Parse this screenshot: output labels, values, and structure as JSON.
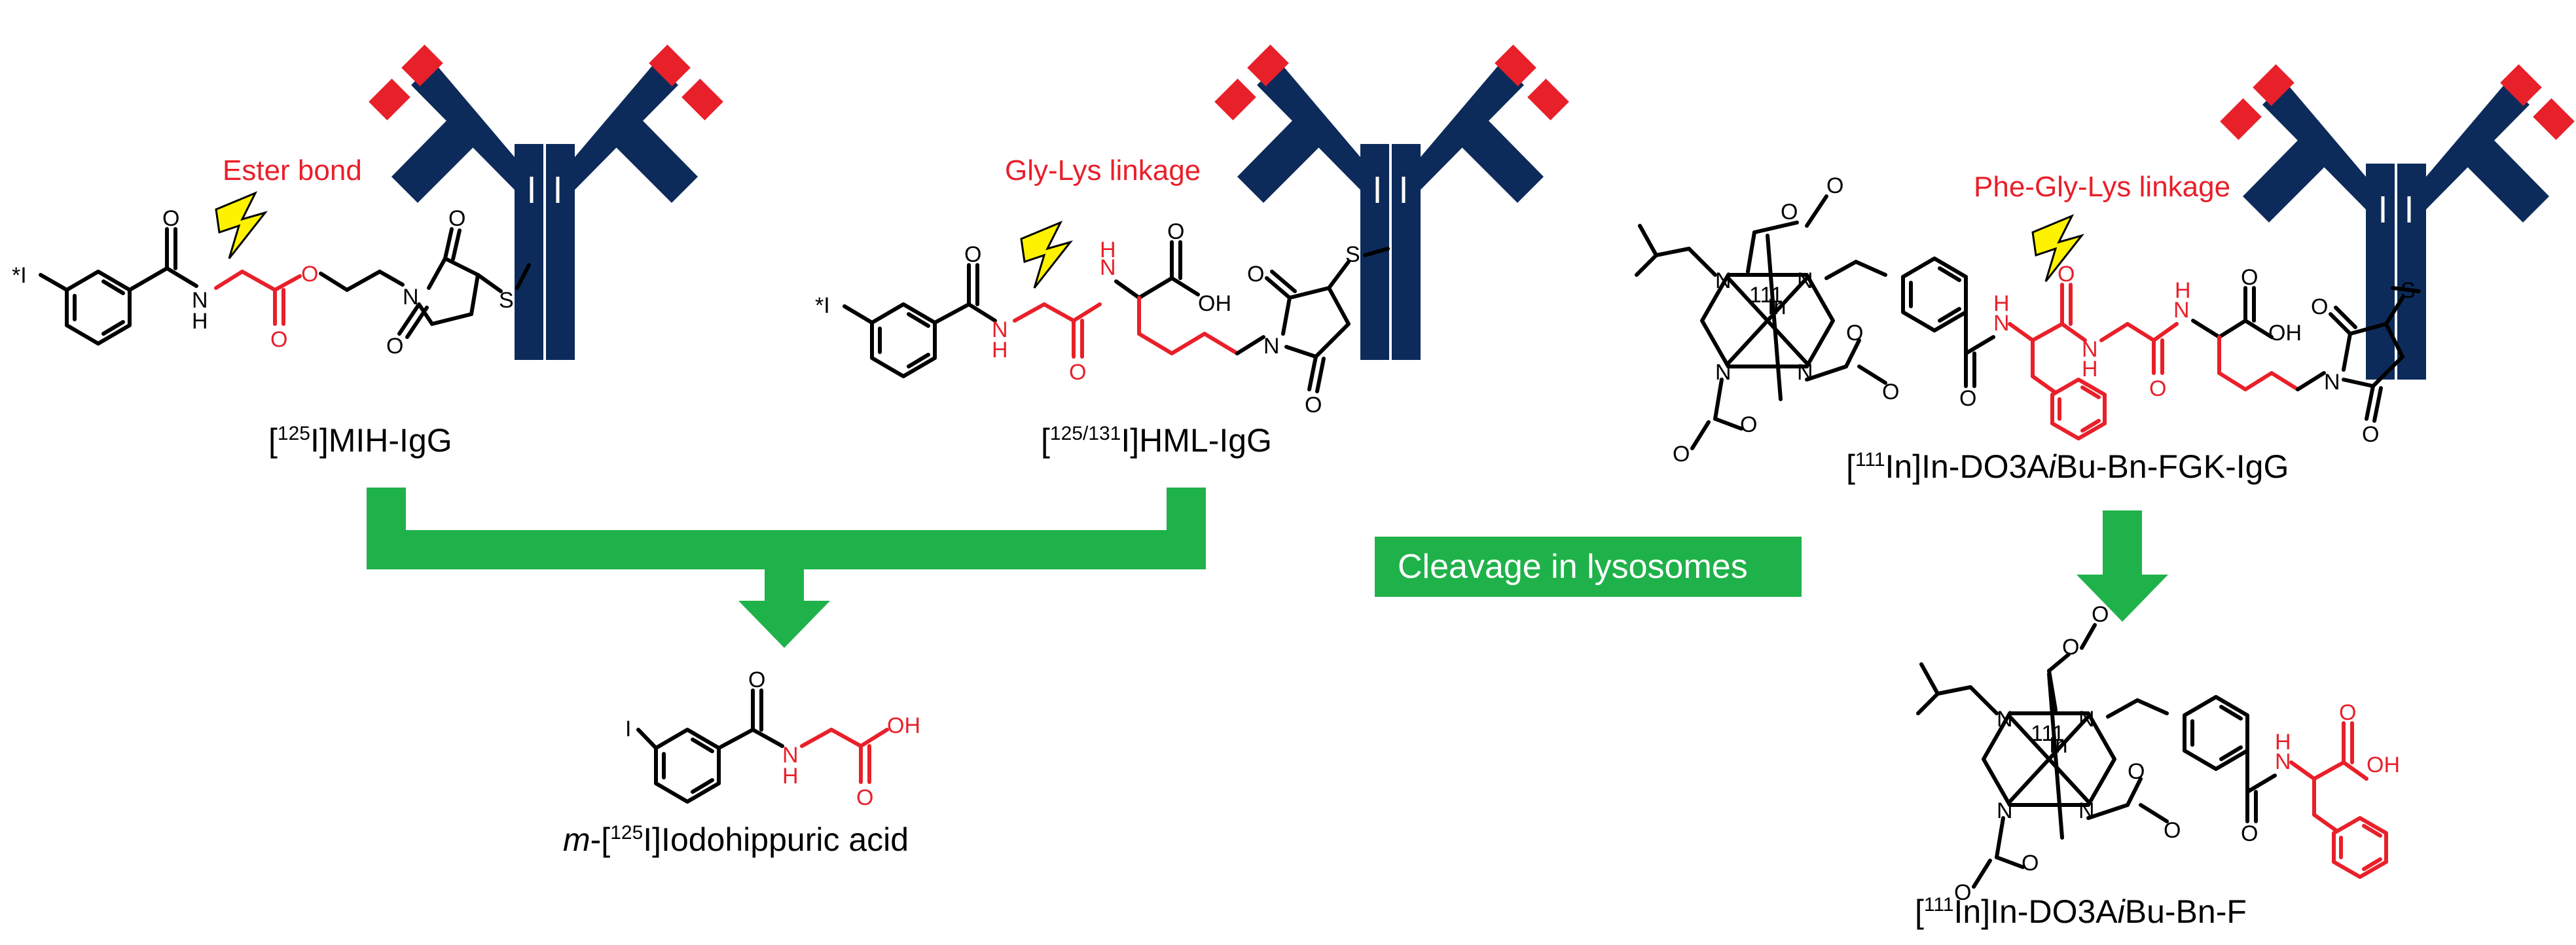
{
  "labels": {
    "ester_bond": "Ester bond",
    "gly_lys": "Gly-Lys linkage",
    "phe_gly_lys": "Phe-Gly-Lys linkage",
    "cleavage": "Cleavage in lysosomes"
  },
  "captions": {
    "mih_pre": "[",
    "mih_sup": "125",
    "mih_post": "I]MIH-IgG",
    "hml_pre": "[",
    "hml_sup": "125/131",
    "hml_post": "I]HML-IgG",
    "fgk_pre": "[",
    "fgk_sup": "111",
    "fgk_mid": "In]In-DO3A",
    "fgk_ital": "i",
    "fgk_post": "Bu-Bn-FGK-IgG",
    "hip_ital": "m",
    "hip_pre": "-[",
    "hip_sup": "125",
    "hip_post": "I]Iodohippuric acid",
    "f_pre": "[",
    "f_sup": "111",
    "f_mid": "In]In-DO3A",
    "f_ital": "i",
    "f_post": "Bu-Bn-F"
  },
  "atoms": {
    "star_i": "*I",
    "i": "I",
    "o": "O",
    "n": "N",
    "h": "H",
    "nh": "NH",
    "s": "S",
    "oh": "OH",
    "in_sup": "111",
    "in": "In"
  },
  "colors": {
    "antibody": "#0d2b5a",
    "antibody_tips": "#e8202a",
    "arrow_green": "#1fb24a",
    "label_red": "#e8202a",
    "bolt_yellow": "#fff200"
  }
}
